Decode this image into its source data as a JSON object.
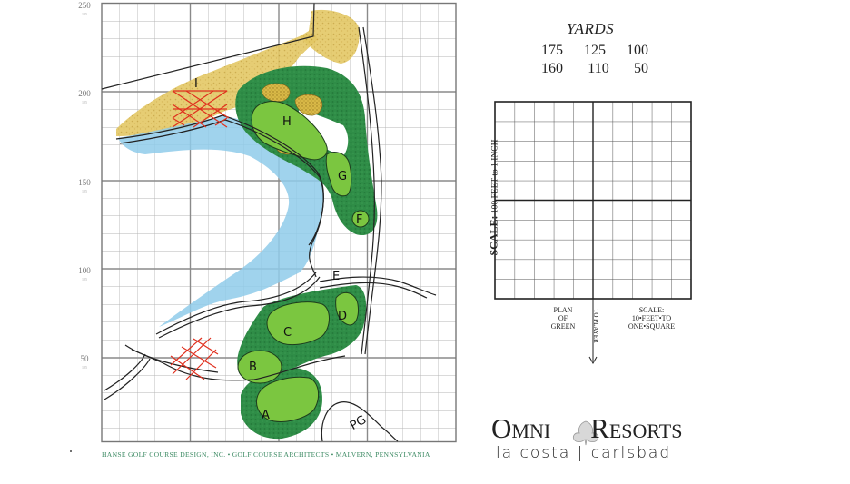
{
  "yardage_card": {
    "title": "YARDS",
    "row1": [
      "175",
      "125",
      "100"
    ],
    "row2": [
      "160",
      "110",
      "50"
    ]
  },
  "green_grid": {
    "scale_label_bold": "SCALE:",
    "scale_label_rest": "100 FEET to 1 INCH",
    "plan_label": [
      "PLAN",
      "OF",
      "GREEN"
    ],
    "scale_note": [
      "SCALE:",
      "10•FEET•TO",
      "ONE•SQUARE"
    ],
    "to_player": "TO PLAYER",
    "rows": 10,
    "cols": 10
  },
  "hole_map": {
    "axis_labels": [
      {
        "value": "250",
        "sub": "125"
      },
      {
        "value": "200",
        "sub": "125"
      },
      {
        "value": "150",
        "sub": "125"
      },
      {
        "value": "100",
        "sub": "125"
      },
      {
        "value": "50",
        "sub": "125"
      }
    ],
    "tee_markers": [
      "A",
      "B",
      "C",
      "D",
      "E",
      "F",
      "G",
      "H",
      "I"
    ],
    "labels": {
      "practice_green": "PG"
    },
    "colors": {
      "fairway_dark": "#2e8b45",
      "tee_green": "#7ac943",
      "water": "#8cc8e8",
      "native_area": "#e0c35a",
      "bunker": "#c9a63a",
      "hazard_x": "#e0301e",
      "grid": "#b8b8b8"
    }
  },
  "footer": {
    "credit": "HANSE GOLF COURSE DESIGN, INC.  •  GOLF COURSE ARCHITECTS  •  MALVERN, PENNSYLVANIA"
  },
  "brand": {
    "name_left": "Omni",
    "name_right": "Resorts",
    "sub_left": "la costa",
    "sub_sep": "|",
    "sub_right": "carlsbad"
  }
}
